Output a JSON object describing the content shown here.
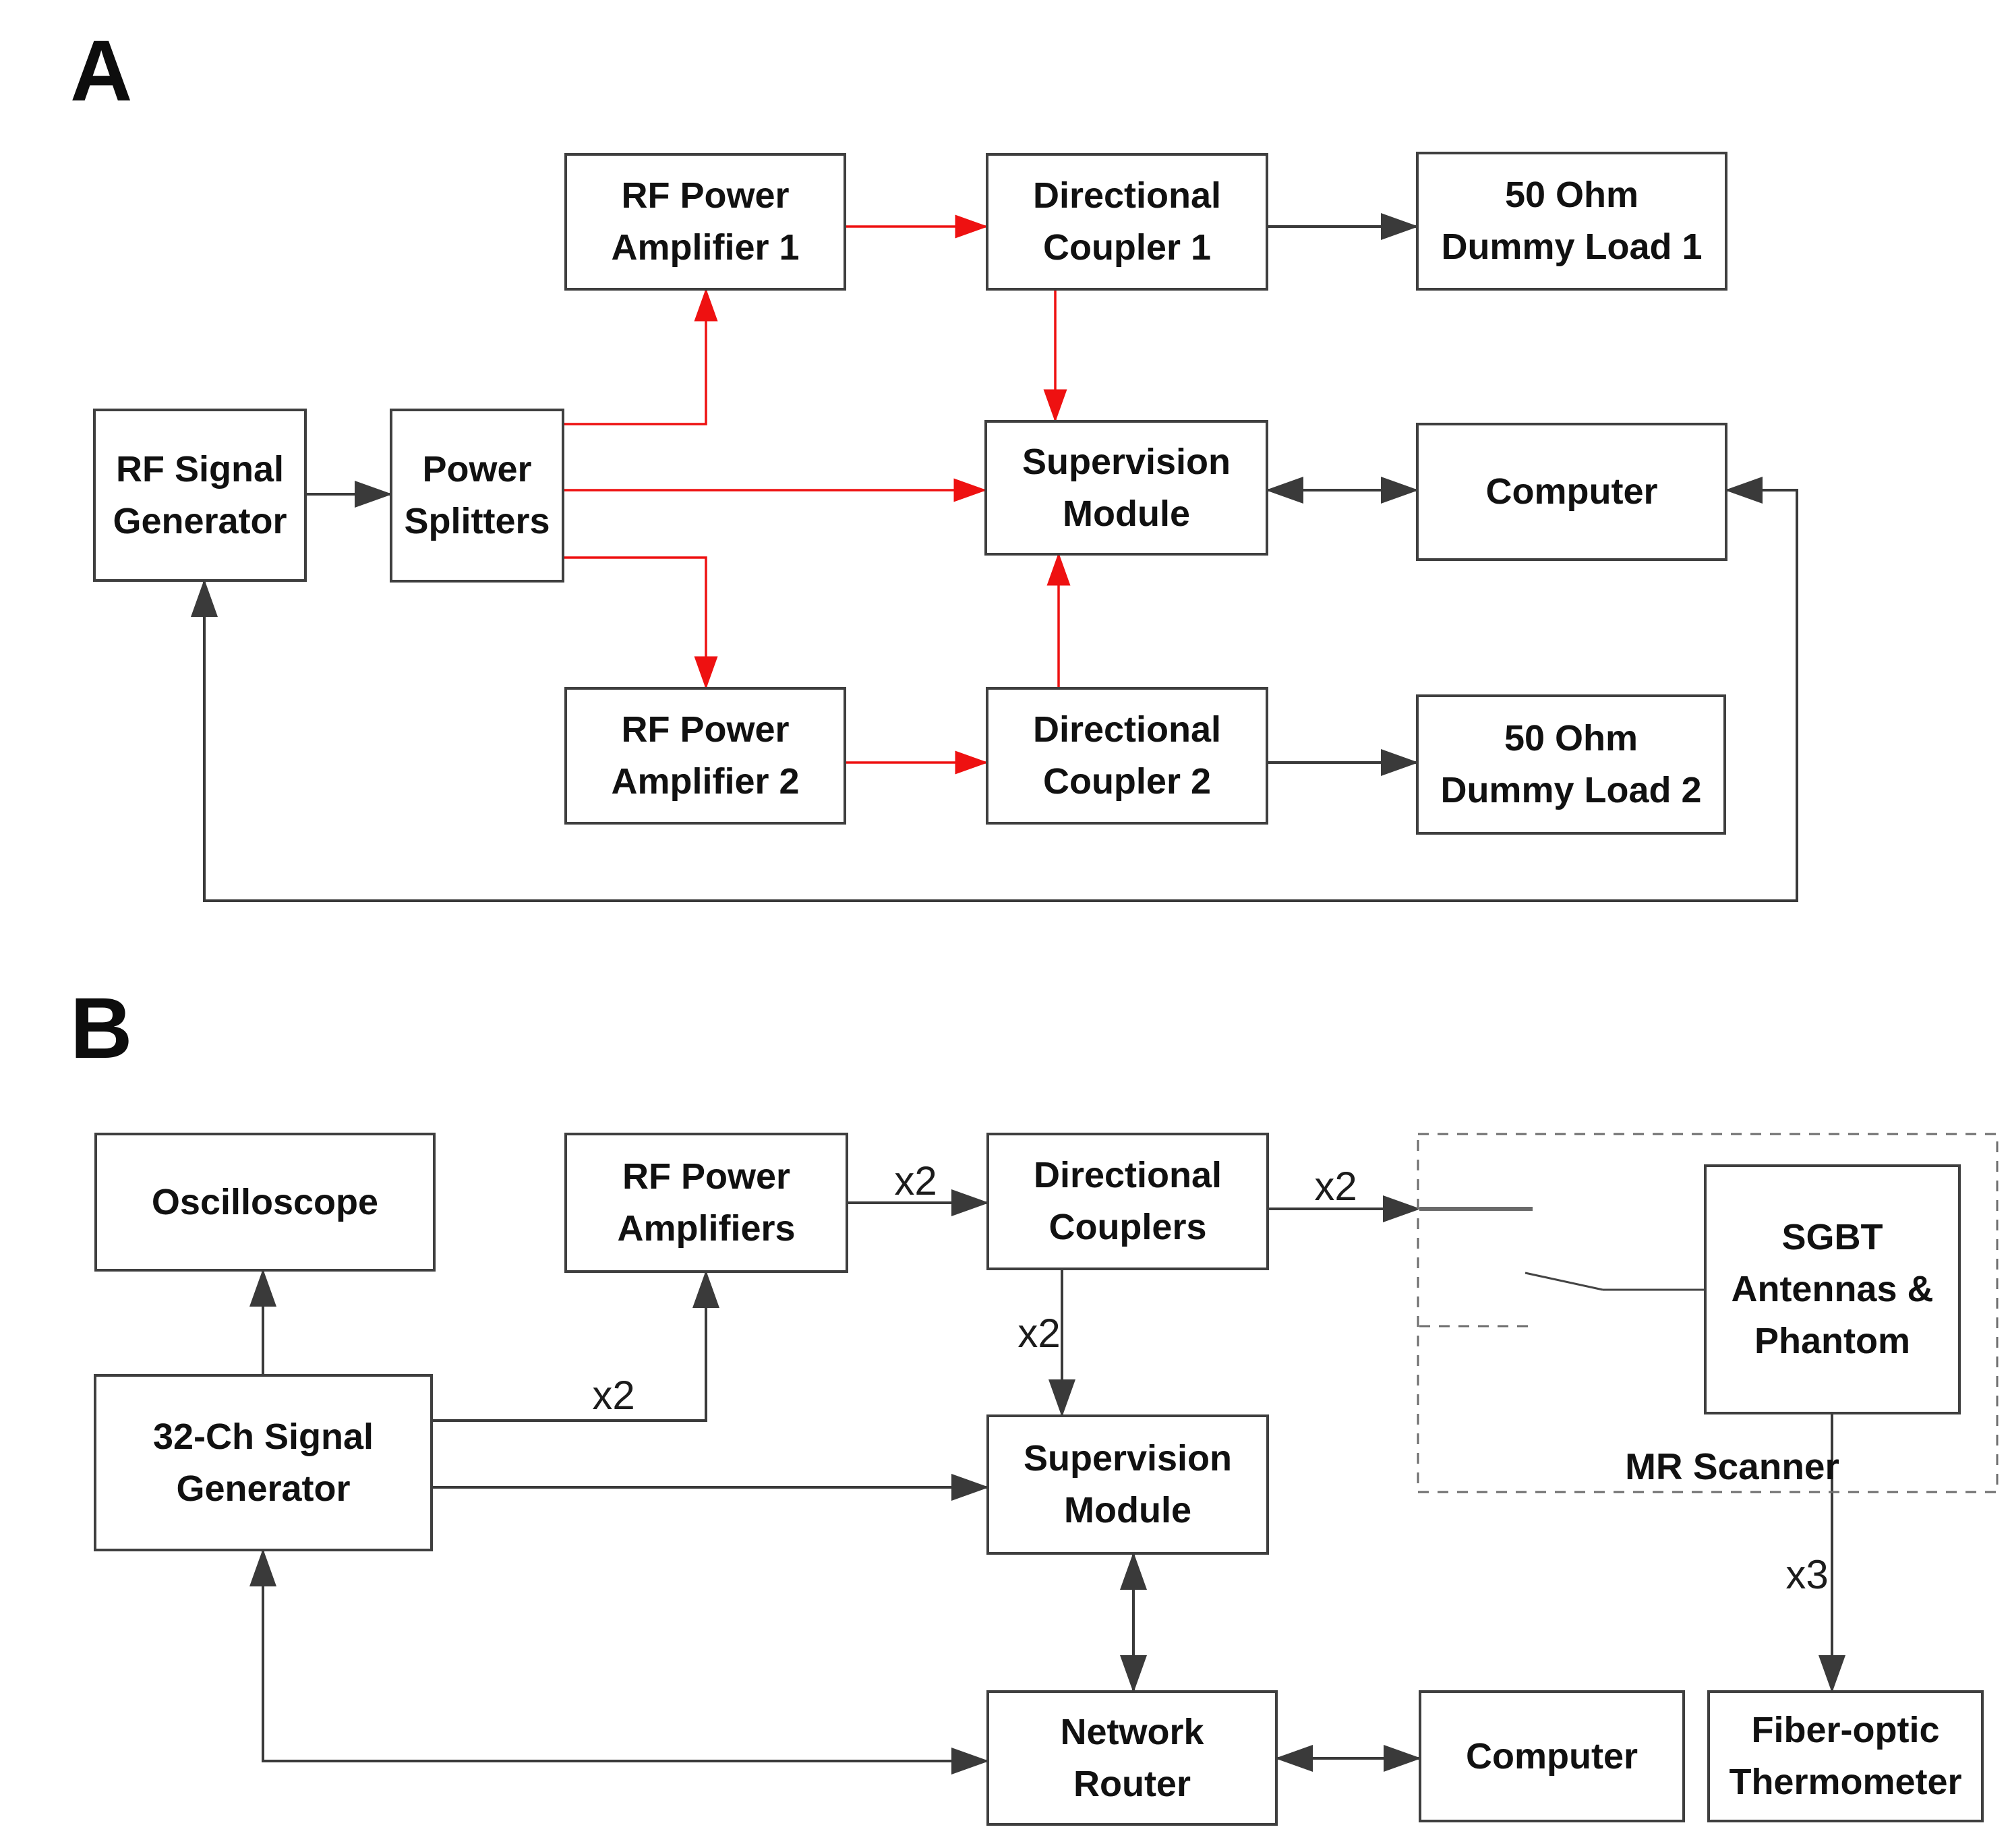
{
  "figure": {
    "colors": {
      "forward_path": "#ee1111",
      "line": "#3a3a3a",
      "text": "#111111",
      "box_border": "#3f3f3f",
      "background": "#ffffff"
    },
    "panel_a": {
      "label": "A",
      "nodes": {
        "rf_power_amplifier_1": "RF Power\nAmplifier 1",
        "directional_coupler_1": "Directional\nCoupler 1",
        "dummy_load_1": "50 Ohm\nDummy Load 1",
        "rf_signal_generator": "RF Signal\nGenerator",
        "power_splitters": "Power\nSplitters",
        "supervision_module": "Supervision\nModule",
        "computer": "Computer",
        "rf_power_amplifier_2": "RF Power\nAmplifier 2",
        "directional_coupler_2": "Directional\nCoupler 2",
        "dummy_load_2": "50 Ohm\nDummy Load 2"
      }
    },
    "panel_b": {
      "label": "B",
      "nodes": {
        "oscilloscope": "Oscilloscope",
        "rf_power_amplifiers": "RF Power\nAmplifiers",
        "directional_couplers": "Directional\nCouplers",
        "sgbt_antennas_phantom": "SGBT\nAntennas &\nPhantom",
        "mr_scanner": "MR Scanner",
        "signal_generator_32ch": "32-Ch Signal\nGenerator",
        "supervision_module": "Supervision\nModule",
        "network_router": "Network\nRouter",
        "computer": "Computer",
        "fiber_optic_thermometer": "Fiber-optic\nThermometer"
      },
      "connection_labels": {
        "generator_to_amplifiers": "x2",
        "amplifiers_to_couplers": "x2",
        "couplers_to_scanner": "x2",
        "couplers_to_supervision": "x2",
        "antennas_to_thermometer": "x3"
      }
    }
  }
}
